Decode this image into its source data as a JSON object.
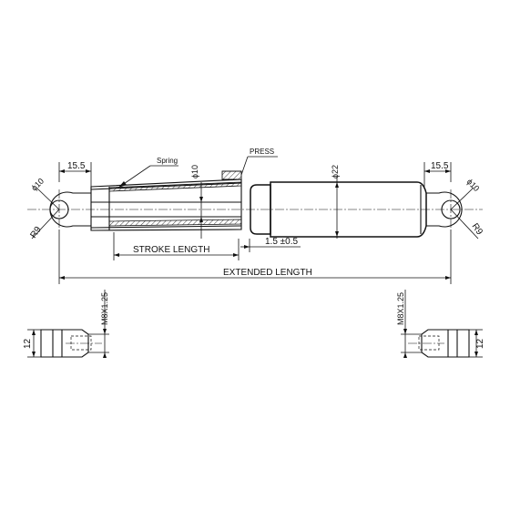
{
  "labels": {
    "eye_width_left": "15.5",
    "eye_width_right": "15.5",
    "spring": "Spring",
    "rod_diameter": "ϕ10",
    "press": "PRESS",
    "body_diameter": "ϕ22",
    "eye_hole_left": "ϕ10",
    "eye_hole_right": "ϕ10",
    "eye_radius_left": "R9",
    "eye_radius_right": "R9",
    "stroke_length": "STROKE LENGTH",
    "gap": "1.5 ±0.5",
    "extended_length": "EXTENDED LENGTH",
    "thread_left": "M8X1.25",
    "thread_right": "M8X1.25",
    "thickness_left": "12",
    "thickness_right": "12"
  },
  "colors": {
    "line": "#111111",
    "background": "#ffffff"
  }
}
